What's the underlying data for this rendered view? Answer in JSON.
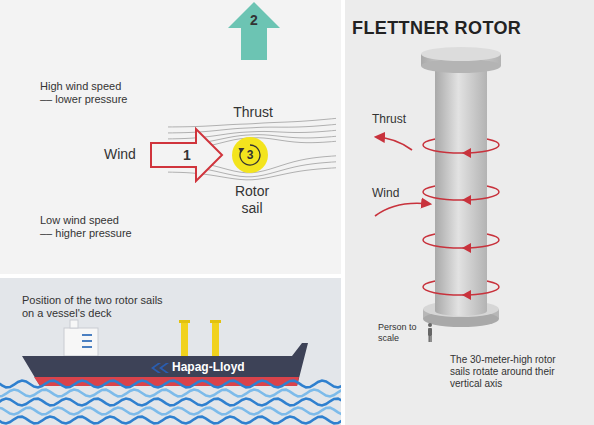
{
  "diagram": {
    "title": "FLETTNER ROTOR",
    "nodes": [
      {
        "text": [
          "1"
        ]
      },
      {
        "text": [
          "2"
        ]
      },
      {
        "text": [
          "3"
        ]
      }
    ],
    "labels": [
      "High wind speed –– lower pressure",
      "Wind",
      "Thrust",
      "Rotor sail",
      "Low wind speed –– higher pressure",
      "Position of the two rotor sails on a vessel's deck",
      "Hapag-Lloyd",
      "Thrust",
      "Wind",
      "Person to scale",
      "The 30-meter-high rotor sails rotate around their vertical axis"
    ]
  }
}
